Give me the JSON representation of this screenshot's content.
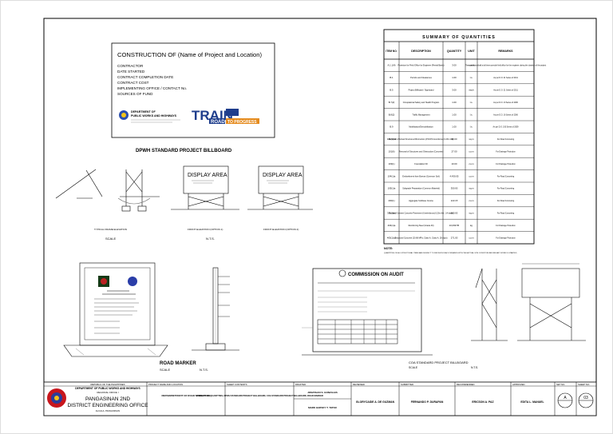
{
  "billboard": {
    "title": "CONSTRUCTION OF (Name of Project and Location)",
    "fields": [
      "CONTRACTOR",
      "DATE STARTED",
      "CONTRACT COMPLETION DATE",
      "CONTRACT COST",
      "IMPLEMENTING OFFICE / CONTACT No.",
      "SOURCES OF FUND"
    ],
    "dept_line1": "DEPARTMENT OF",
    "dept_line2": "PUBLIC WORKS AND HIGHWAYS",
    "train_word": "TRAIN",
    "road_word": "ROAD",
    "progress_word": "TO PROGRESS",
    "caption": "DPWH STANDARD PROJECT BILLBOARD"
  },
  "elevations": {
    "display_area": "DISPLAY AREA",
    "frame_caption": "TYPICAL FRAME ELEVATION",
    "front_opt1": "FRONT ELEVATION (OPTION 1)",
    "front_opt2": "FRONT ELEVATION (OPTION 2)",
    "scale": "SCALE",
    "nts": "N.T.S."
  },
  "summary": {
    "title": "SUMMARY OF QUANTITIES",
    "headers": [
      "ITEM NO.",
      "DESCRIPTION",
      "QUANTITY",
      "UNIT",
      "REMARKS"
    ],
    "rows": [
      {
        "item": "A.1.1(4)",
        "desc": "Provision for Field Office for Engineer (Rental Basis)",
        "qty": "3.00",
        "unit": "month",
        "remarks": "The contractor shall at all times provide field office for the engineer during the duration of the project"
      },
      {
        "item": "B.1",
        "desc": "Permits and Clearances",
        "qty": "1.00",
        "unit": "l.s.",
        "remarks": "As per D.O. 21 Series of 2011"
      },
      {
        "item": "B.5",
        "desc": "Project Billboard / Signboard",
        "qty": "3.00",
        "unit": "each",
        "remarks": "As per D.O. 21 Series of 2011"
      },
      {
        "item": "B.7(2)",
        "desc": "Occupational Safety and Health Program",
        "qty": "1.00",
        "unit": "l.s.",
        "remarks": "As per D.O. 13 Series of 2006"
      },
      {
        "item": "B.8(2)",
        "desc": "Traffic Management",
        "qty": "1.00",
        "unit": "l.s.",
        "remarks": "As per D.O. 16 Series of 2006"
      },
      {
        "item": "B.9",
        "desc": "Mobilization/Demobilization",
        "qty": "1.00",
        "unit": "l.s.",
        "remarks": "As per D.O. 193 Series of 2009"
      },
      {
        "item": "101(3)b2",
        "desc": "Removal of Actual Structures/Obstruction (PCCP,Unreinforced,0.23m thk)",
        "qty": "40.00",
        "unit": "sq.m",
        "remarks": "For Road Concreting"
      },
      {
        "item": "101(6)",
        "desc": "Removal of Structures and Obstruction (Concrete)",
        "qty": "27.00",
        "unit": "cu.m",
        "remarks": "For Drainage Protection"
      },
      {
        "item": "103(1)",
        "desc": "Foundation Fill",
        "qty": "10.00",
        "unit": "cu.m",
        "remarks": "For Drainage Protection"
      },
      {
        "item": "104(1)a",
        "desc": "Embankment from Borrow (Common Soil)",
        "qty": "4,430.05",
        "unit": "cu.m",
        "remarks": "For Road Concreting"
      },
      {
        "item": "105(1)a",
        "desc": "Subgrade Preparation (Common Material)",
        "qty": "350.00",
        "unit": "sq.m",
        "remarks": "For Road Concreting"
      },
      {
        "item": "200(1)",
        "desc": "Aggregate Subbase Course",
        "qty": "122.15",
        "unit": "cu.m",
        "remarks": "For Road Concreting"
      },
      {
        "item": "311(1)a1",
        "desc": "Portland Cement Concrete Pavement (Unreinforced,0.23m thk., 14 days)",
        "qty": "600.00",
        "unit": "sq.m",
        "remarks": "For Road Concreting"
      },
      {
        "item": "404(1)a",
        "desc": "Reinforcing Steel (Grade 40)",
        "qty": "10,099.55",
        "unit": "kg",
        "remarks": "For Drainage Protection"
      },
      {
        "item": "405(1)a2",
        "desc": "Structural Concrete (20.68 MPa, Class A, Class A, 28 days)",
        "qty": "271.00",
        "unit": "cu.m",
        "remarks": "For Drainage Protection"
      }
    ],
    "note_label": "NOTE:",
    "note_text": "QUANTITIES OF ALL STRUCTURAL ITEMS ARE SUBJECT TO REVISION IN ACCORDANCE WITH THE ACTUAL SITE CONDITION BEFORE ANY WORK IS STARTED."
  },
  "road_marker": {
    "caption": "ROAD MARKER",
    "scale": "SCALE",
    "nts": "N.T.S."
  },
  "coa": {
    "header": "COMMISSION ON AUDIT",
    "caption": "COA STANDARD PROJECT BILLBOARD",
    "scale": "SCALE",
    "nts": "N.T.S."
  },
  "titleblock": {
    "dept_small": "REPUBLIC OF THE PHILIPPINES",
    "dept": "DEPARTMENT OF PUBLIC WORKS AND HIGHWAYS",
    "region": "REGIONAL OFFICE I",
    "office1": "PANGASINAN 2ND",
    "office2": "DISTRICT ENGINEERING OFFICE",
    "address": "ALCALA, PANGASINAN",
    "col_headers": [
      "PROJECT NAME AND LOCATION",
      "SHEET CONTENTS",
      "DRAFTED",
      "REVIEWED",
      "SUBMITTED",
      "RECOMMENDED",
      "APPROVED",
      "SET NO.",
      "SHEET NO."
    ],
    "project": "REPAIR/RETROFIT OF ROAD STRUCTURE",
    "contents": "SUMMARY OF QUANTITIES, DPWH STANDARD PROJECT BILLBOARD, COA STANDARD PROJECT BILLBOARD, ROAD MARKER",
    "drafted": "JONATHAN S. GONZALES",
    "prepared": "MARK HARVEY T. TATAD",
    "reviewed": "GLORYCAIDE A. DE GUZMAN",
    "submitted": "FERNANDO P. DURAPAN",
    "recommended": "ERICSON A. PAZ",
    "approved": "EDITA L. MANUEL",
    "set_no": "A",
    "sheet_no": "03"
  }
}
